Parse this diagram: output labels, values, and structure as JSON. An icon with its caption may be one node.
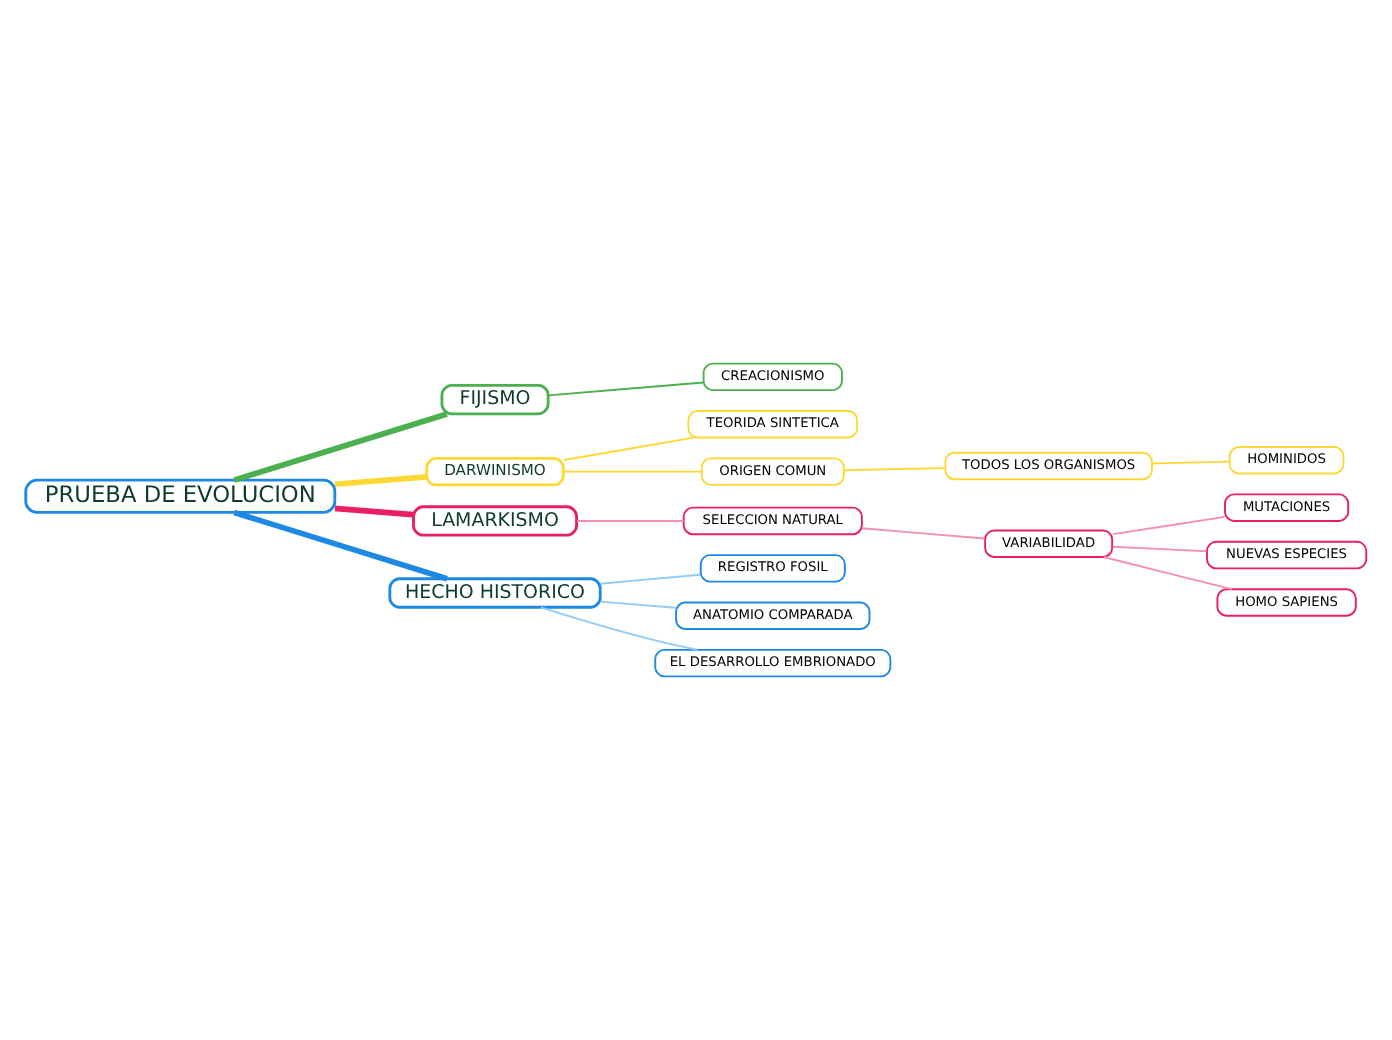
{
  "diagram": {
    "nodes": [
      {
        "text": [
          "PRUEBA DE EVOLUCION"
        ]
      },
      {
        "text": [
          "FIJISMO"
        ]
      },
      {
        "text": [
          "CREACIONISMO"
        ]
      },
      {
        "text": [
          "DARWINISMO"
        ]
      },
      {
        "text": [
          "TEORIDA SINTETICA"
        ]
      },
      {
        "text": [
          "ORIGEN COMUN"
        ]
      },
      {
        "text": [
          "TODOS LOS ORGANISMOS"
        ]
      },
      {
        "text": [
          "HOMINIDOS"
        ]
      },
      {
        "text": [
          "LAMARKISMO"
        ]
      },
      {
        "text": [
          "SELECCION NATURAL"
        ]
      },
      {
        "text": [
          "VARIABILIDAD"
        ]
      },
      {
        "text": [
          "MUTACIONES"
        ]
      },
      {
        "text": [
          "NUEVAS ESPECIES"
        ]
      },
      {
        "text": [
          "HOMO SAPIENS"
        ]
      },
      {
        "text": [
          "HECHO HISTORICO"
        ]
      },
      {
        "text": [
          "REGISTRO FOSIL"
        ]
      },
      {
        "text": [
          "ANATOMIO COMPARADA"
        ]
      },
      {
        "text": [
          "EL DESARROLLO EMBRIONADO"
        ]
      }
    ],
    "edges": [
      {
        "from": 0,
        "to": 1,
        "arrow": "none",
        "style": "thick",
        "color": "#4caf50"
      },
      {
        "from": 1,
        "to": 2,
        "arrow": "none",
        "color": "#4caf50"
      },
      {
        "from": 0,
        "to": 3,
        "arrow": "none",
        "style": "thick",
        "color": "#fdd835"
      },
      {
        "from": 3,
        "to": 4,
        "arrow": "none",
        "color": "#fdd835"
      },
      {
        "from": 3,
        "to": 5,
        "arrow": "none",
        "color": "#fdd835"
      },
      {
        "from": 5,
        "to": 6,
        "arrow": "none",
        "color": "#fdd835"
      },
      {
        "from": 6,
        "to": 7,
        "arrow": "none",
        "color": "#fdd835"
      },
      {
        "from": 0,
        "to": 8,
        "arrow": "none",
        "style": "thick",
        "color": "#e91e63"
      },
      {
        "from": 8,
        "to": 9,
        "arrow": "none",
        "color": "#f48fb1"
      },
      {
        "from": 9,
        "to": 10,
        "arrow": "none",
        "color": "#f48fb1"
      },
      {
        "from": 10,
        "to": 11,
        "arrow": "none",
        "color": "#f48fb1"
      },
      {
        "from": 10,
        "to": 12,
        "arrow": "none",
        "color": "#f48fb1"
      },
      {
        "from": 10,
        "to": 13,
        "arrow": "none",
        "color": "#f48fb1"
      },
      {
        "from": 0,
        "to": 14,
        "arrow": "none",
        "style": "thick",
        "color": "#1e88e5"
      },
      {
        "from": 14,
        "to": 15,
        "arrow": "none",
        "color": "#90caf9"
      },
      {
        "from": 14,
        "to": 16,
        "arrow": "none",
        "color": "#90caf9"
      },
      {
        "from": 14,
        "to": 17,
        "arrow": "none",
        "color": "#90caf9"
      }
    ]
  }
}
